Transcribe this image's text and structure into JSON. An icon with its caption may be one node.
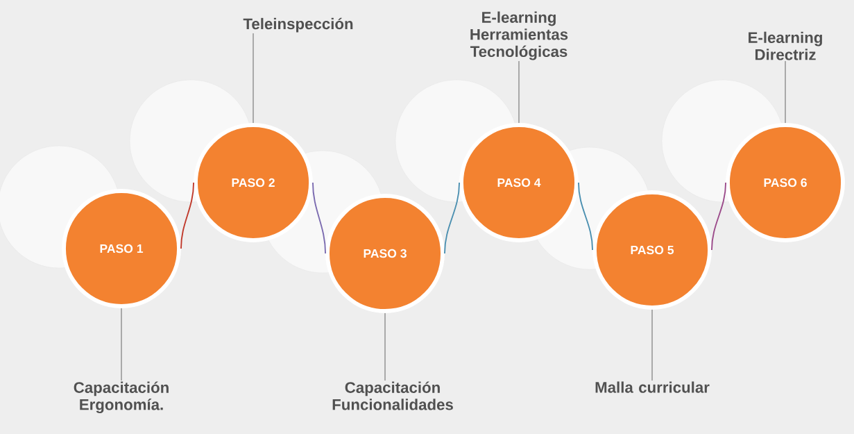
{
  "diagram": {
    "nodes": [
      {
        "text": [
          "PASO 1"
        ]
      },
      {
        "text": [
          "PASO 2"
        ]
      },
      {
        "text": [
          "PASO 3"
        ]
      },
      {
        "text": [
          "PASO 4"
        ]
      },
      {
        "text": [
          "PASO 5"
        ]
      },
      {
        "text": [
          "PASO 6"
        ]
      },
      {
        "text": [
          "Capacitación Ergonomía."
        ]
      },
      {
        "text": [
          "Teleinspección"
        ]
      },
      {
        "text": [
          "Capacitación Funcionalidades"
        ]
      },
      {
        "text": [
          "E-learning Herramientas Tecnológicas"
        ]
      },
      {
        "text": [
          "Malla curricular"
        ]
      },
      {
        "text": [
          "E-learning Directriz"
        ]
      }
    ],
    "edges": [
      {
        "from": 0,
        "to": 1,
        "arrow": "none",
        "color": "#c0392b"
      },
      {
        "from": 1,
        "to": 2,
        "arrow": "none",
        "color": "#7b6bb0"
      },
      {
        "from": 2,
        "to": 3,
        "arrow": "none",
        "color": "#4a8fb0"
      },
      {
        "from": 3,
        "to": 4,
        "arrow": "none",
        "color": "#4a8fb0"
      },
      {
        "from": 4,
        "to": 5,
        "arrow": "none",
        "color": "#9b4a8a"
      },
      {
        "from": 6,
        "to": 0,
        "arrow": "none"
      },
      {
        "from": 7,
        "to": 1,
        "arrow": "none"
      },
      {
        "from": 8,
        "to": 2,
        "arrow": "none"
      },
      {
        "from": 9,
        "to": 3,
        "arrow": "none"
      },
      {
        "from": 10,
        "to": 4,
        "arrow": "none"
      },
      {
        "from": 11,
        "to": 5,
        "arrow": "none"
      }
    ]
  }
}
